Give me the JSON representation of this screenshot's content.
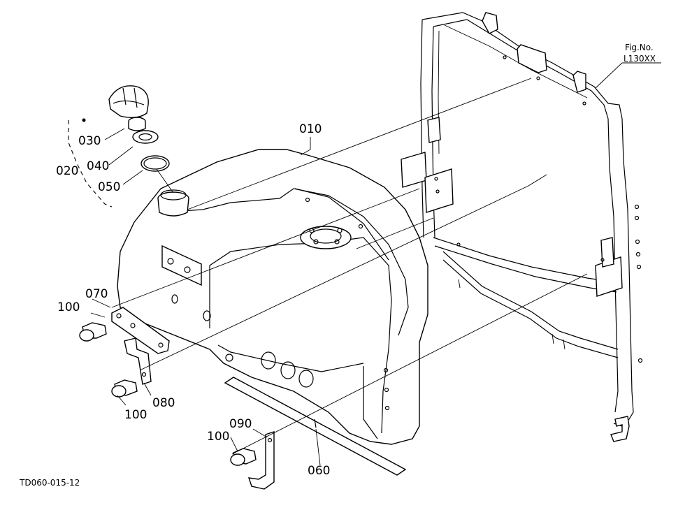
{
  "figure": {
    "fig_no_label": "Fig.No.",
    "fig_no_value": "L130XX",
    "drawing_code": "TD060-015-12"
  },
  "callouts": [
    {
      "id": "c010",
      "text": "010"
    },
    {
      "id": "c020",
      "text": "020"
    },
    {
      "id": "c030",
      "text": "030"
    },
    {
      "id": "c040",
      "text": "040"
    },
    {
      "id": "c050",
      "text": "050"
    },
    {
      "id": "c060",
      "text": "060"
    },
    {
      "id": "c070",
      "text": "070"
    },
    {
      "id": "c080",
      "text": "080"
    },
    {
      "id": "c090",
      "text": "090"
    },
    {
      "id": "c100a",
      "text": "100"
    },
    {
      "id": "c100b",
      "text": "100"
    },
    {
      "id": "c100c",
      "text": "100"
    }
  ]
}
